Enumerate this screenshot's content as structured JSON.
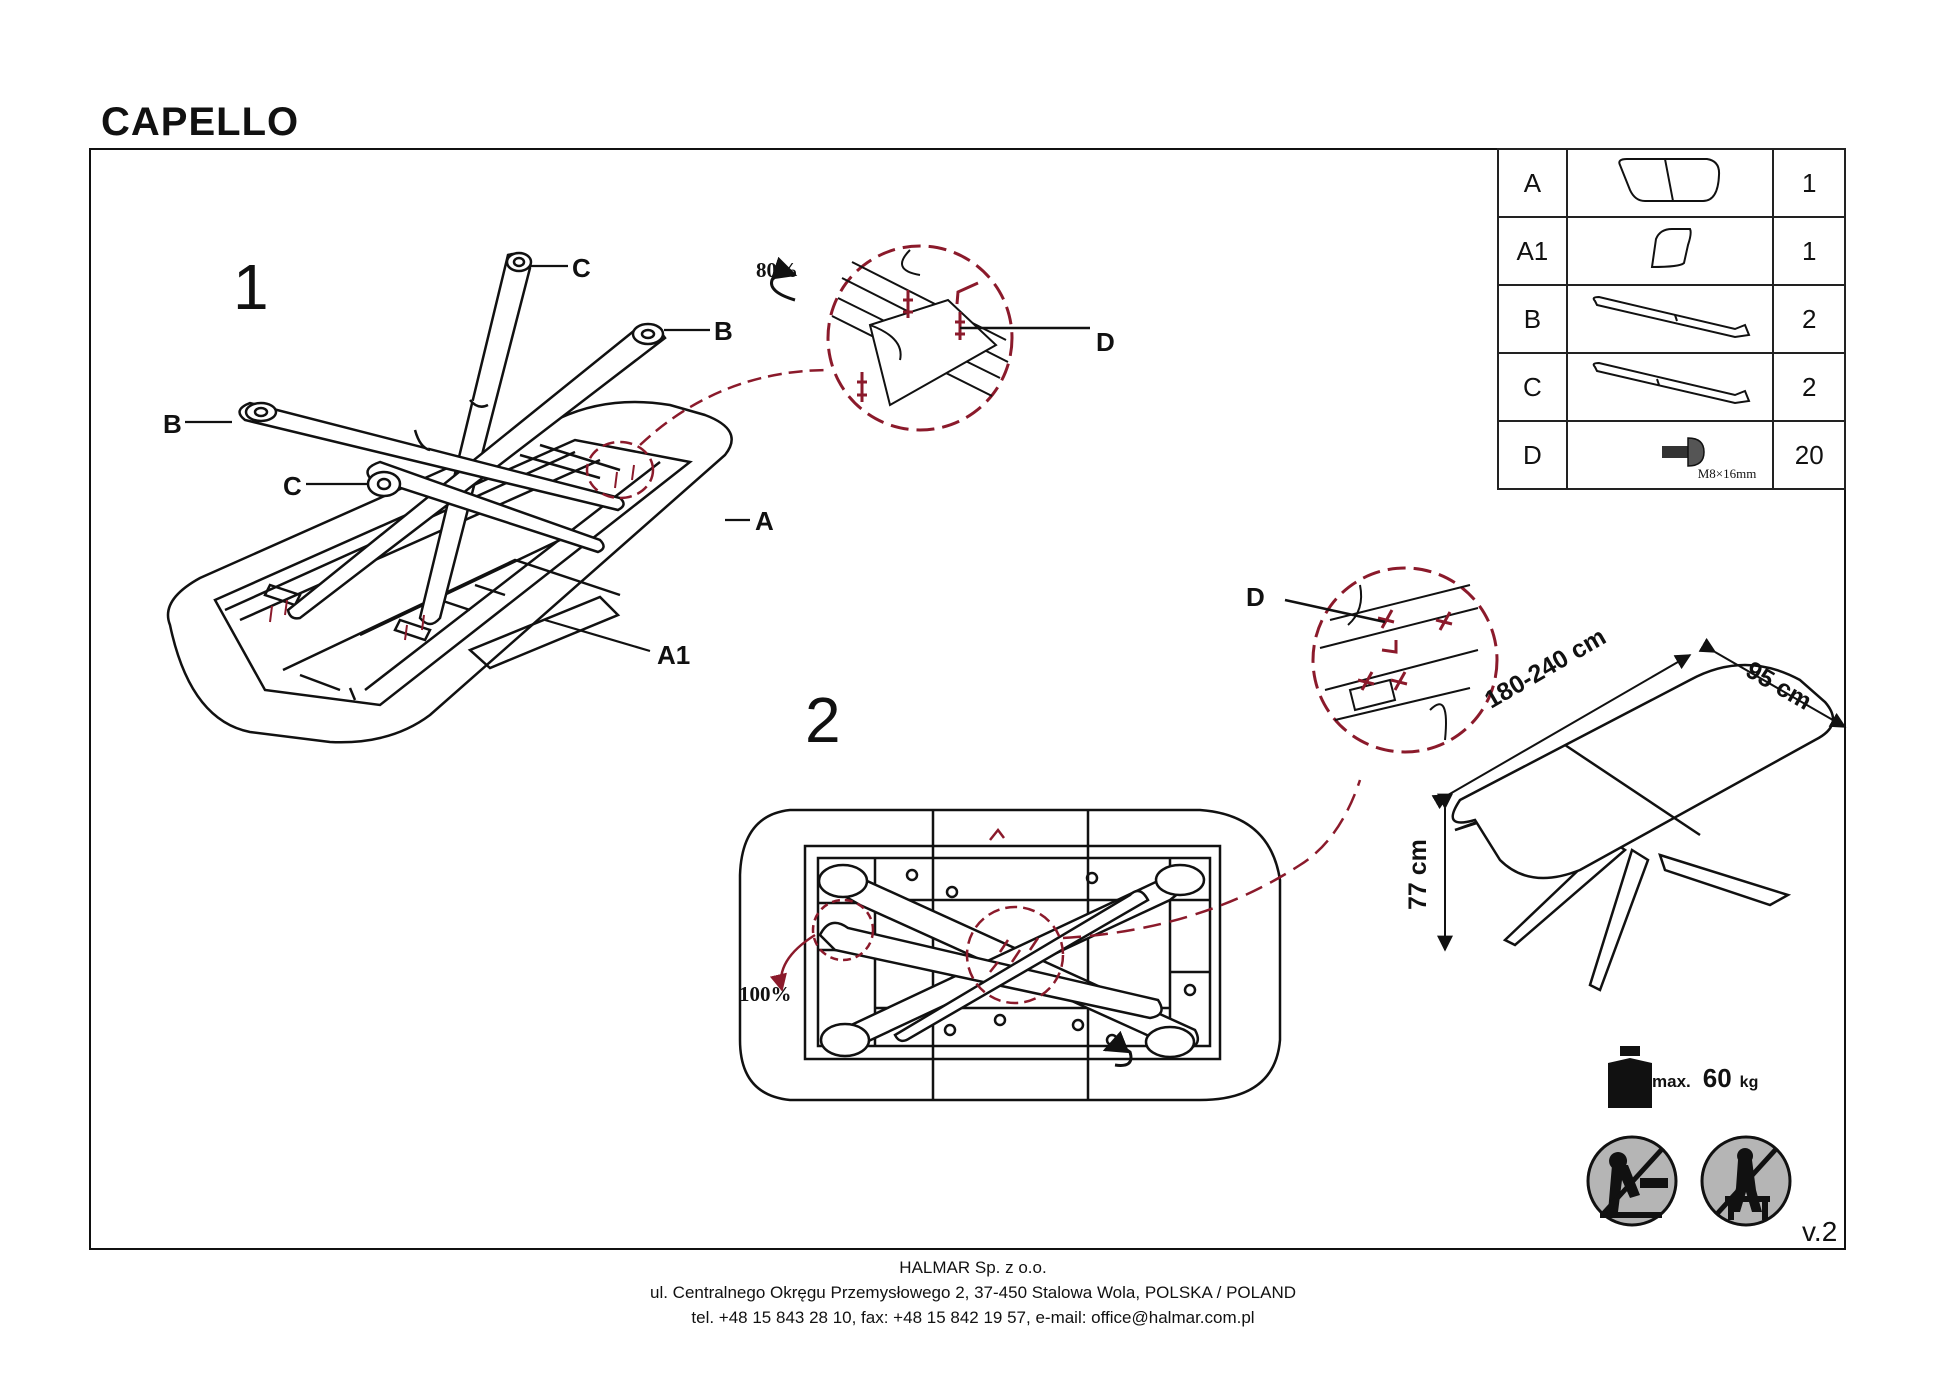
{
  "title": "CAPELLO",
  "steps": {
    "one": "1",
    "two": "2"
  },
  "callouts": {
    "c_top": "C",
    "b_top": "B",
    "b_left": "B",
    "c_left": "C",
    "a": "A",
    "a1": "A1",
    "d_step1": "D",
    "d_step2": "D"
  },
  "rotation": {
    "step1": "80%",
    "step2": "100%"
  },
  "dimensions": {
    "length": "180-240 cm",
    "width": "95 cm",
    "height": "77 cm"
  },
  "parts": [
    {
      "id": "A",
      "qty": "1",
      "icon": "tabletop-icon"
    },
    {
      "id": "A1",
      "qty": "1",
      "icon": "extension-leaf-icon"
    },
    {
      "id": "B",
      "qty": "2",
      "icon": "leg-icon"
    },
    {
      "id": "C",
      "qty": "2",
      "icon": "leg-icon"
    },
    {
      "id": "D",
      "qty": "20",
      "icon": "bolt-icon",
      "spec": "M8×16mm"
    }
  ],
  "max_load": {
    "label": "max.",
    "value": "60",
    "unit": "kg"
  },
  "version": "v.2",
  "footer": {
    "company": "HALMAR Sp. z o.o.",
    "address": "ul. Centralnego Okręgu Przemysłowego 2, 37-450 Stalowa Wola, POLSKA / POLAND",
    "contact": "tel. +48 15 843 28 10, fax: +48 15 842 19 57, e-mail: office@halmar.com.pl"
  },
  "colors": {
    "detail_circle": "#8b1a2b",
    "line": "#111111",
    "warning_fill": "#b5b5b5"
  }
}
